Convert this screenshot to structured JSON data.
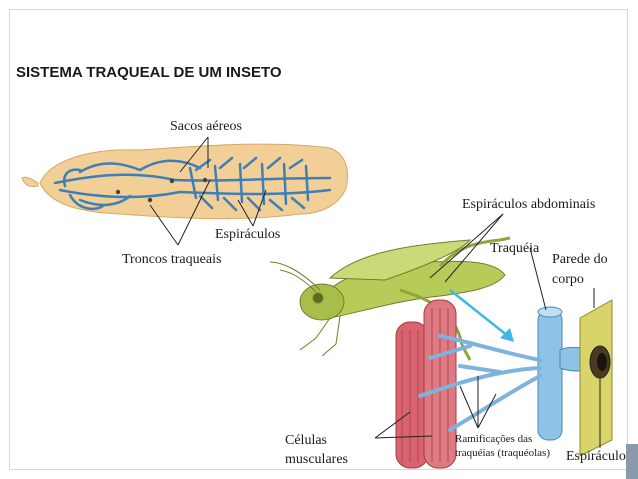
{
  "slide": {
    "title": "SISTEMA TRAQUEAL DE UM INSETO",
    "labels": {
      "sacos_aereos": "Sacos aéreos",
      "espiraculos": "Espiráculos",
      "troncos_traqueais": "Troncos traqueais",
      "espiraculos_abdominais": "Espiráculos abdominais",
      "traqueia": "Traquéia",
      "parede_do_corpo": "Parede do corpo",
      "celulas_musculares": "Células musculares",
      "ramificacoes": "Ramificações das traquéias (traquéolas)",
      "espiraculo": "Espiráculo"
    },
    "colors": {
      "insect_body": "#f2cf96",
      "tracheae": "#3f7fb8",
      "grasshopper": "#b7cc58",
      "muscle": "#d9646e",
      "trachea_tube": "#8fc3e6",
      "arrow": "#3db6e8",
      "body_wall": "#d8d46a"
    }
  }
}
